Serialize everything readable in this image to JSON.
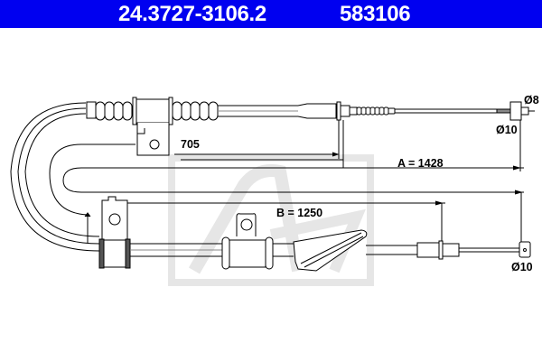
{
  "header": {
    "part_number": "24.3727-3106.2",
    "ref_number": "583106",
    "background_color": "#0000f0",
    "text_color": "#ffffff"
  },
  "drawing": {
    "type": "parking-brake-cable",
    "watermark": "ate-logo",
    "dimensions": {
      "d705": "705",
      "a": "A = 1428",
      "b": "B = 1250",
      "top_end_outer": "Ø8",
      "top_end_inner": "Ø10",
      "bottom_end": "Ø10"
    }
  }
}
